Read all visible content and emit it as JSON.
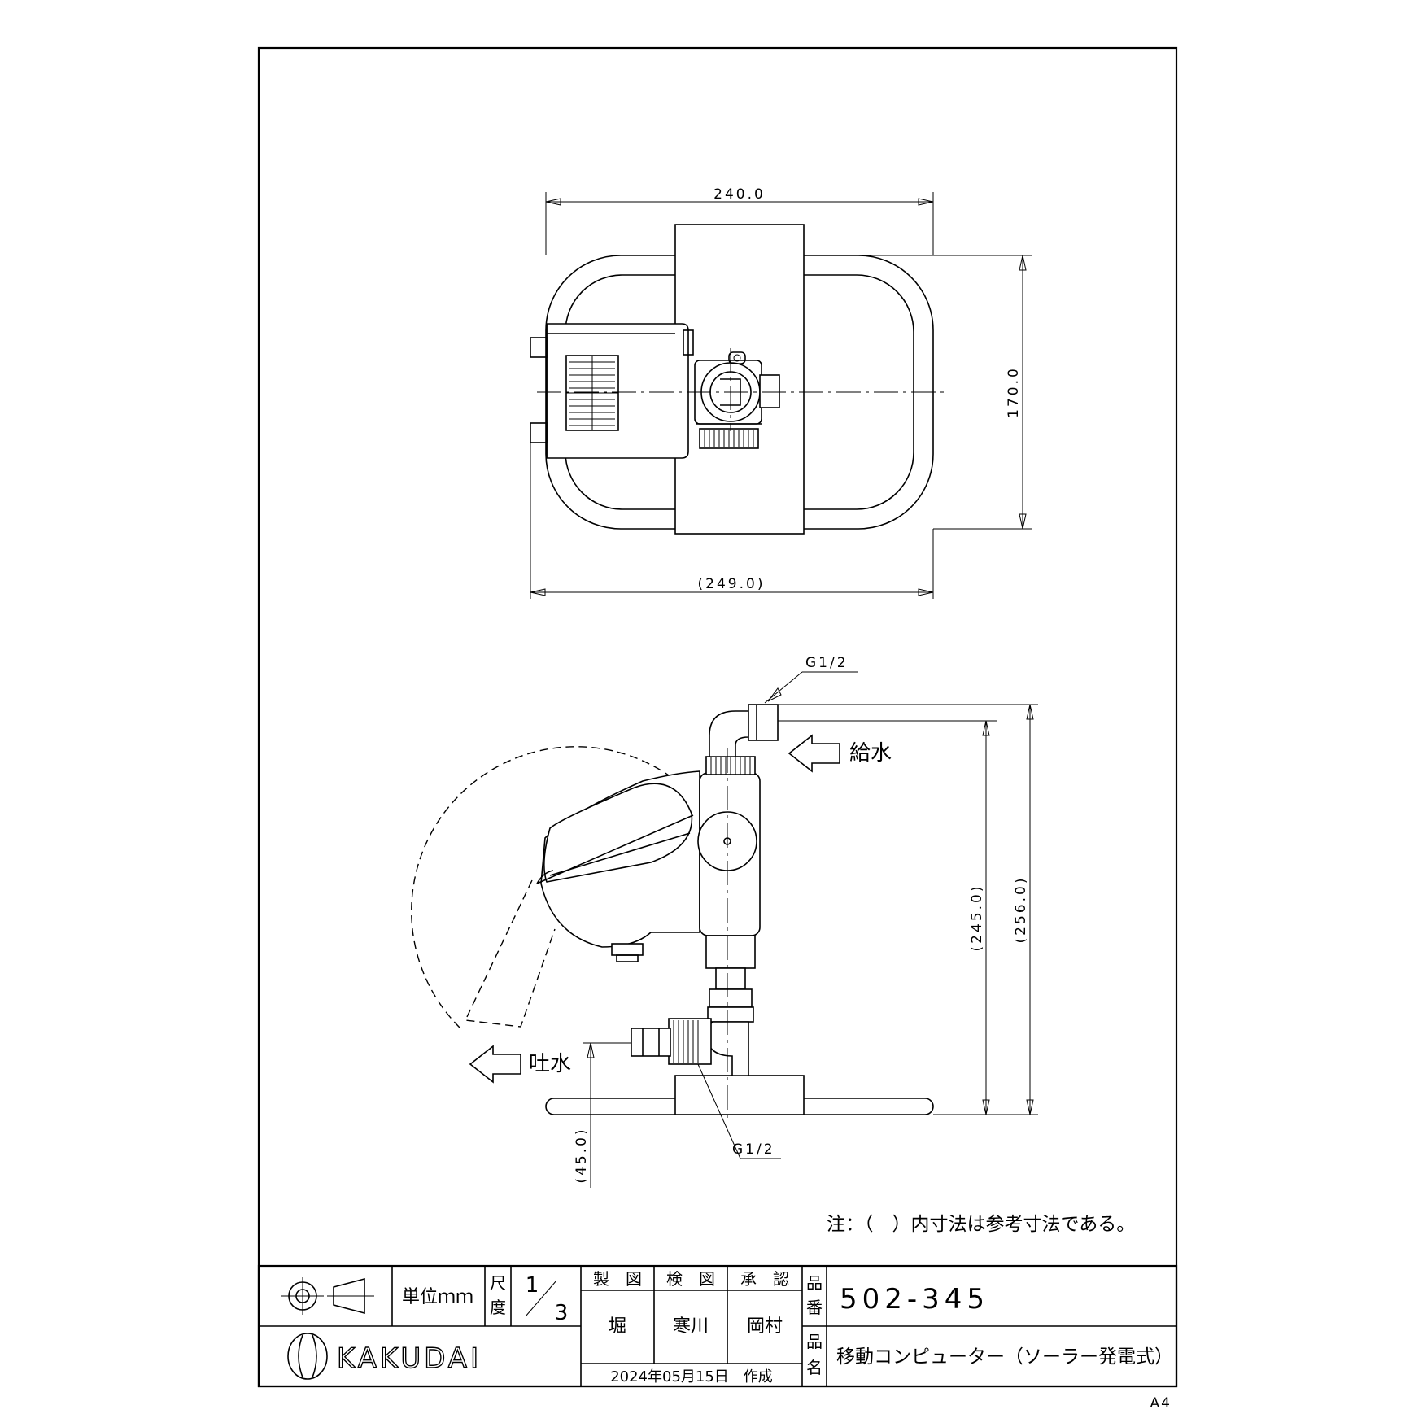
{
  "dimensions": {
    "top_width": "240.0",
    "top_height": "170.0",
    "overall_width": "(249.0)",
    "inlet_height": "(245.0)",
    "total_height": "(256.0)",
    "outlet_height": "(45.0)"
  },
  "labels": {
    "inlet_thread": "G1/2",
    "outlet_thread": "G1/2",
    "inlet_arrow_label": "給水",
    "outlet_arrow_label": "吐水"
  },
  "note": "注：（　）内寸法は参考寸法である。",
  "title_block": {
    "unit_label": "単位ｍｍ",
    "scale_label_1": "尺",
    "scale_label_2": "度",
    "scale_numerator": "1",
    "scale_denominator": "3",
    "drawn_header": "製　図",
    "checked_header": "検　図",
    "approved_header": "承　認",
    "drawn_by": "堀",
    "checked_by": "寒川",
    "approved_by": "岡村",
    "part_no_label_1": "品",
    "part_no_label_2": "番",
    "part_no": "502-345",
    "part_name_label_1": "品",
    "part_name_label_2": "名",
    "part_name": "移動コンピューター（ソーラー発電式）",
    "date_created": "2024年05月15日　作成",
    "brand": "KAKUDAI"
  },
  "paper_size": "A4"
}
